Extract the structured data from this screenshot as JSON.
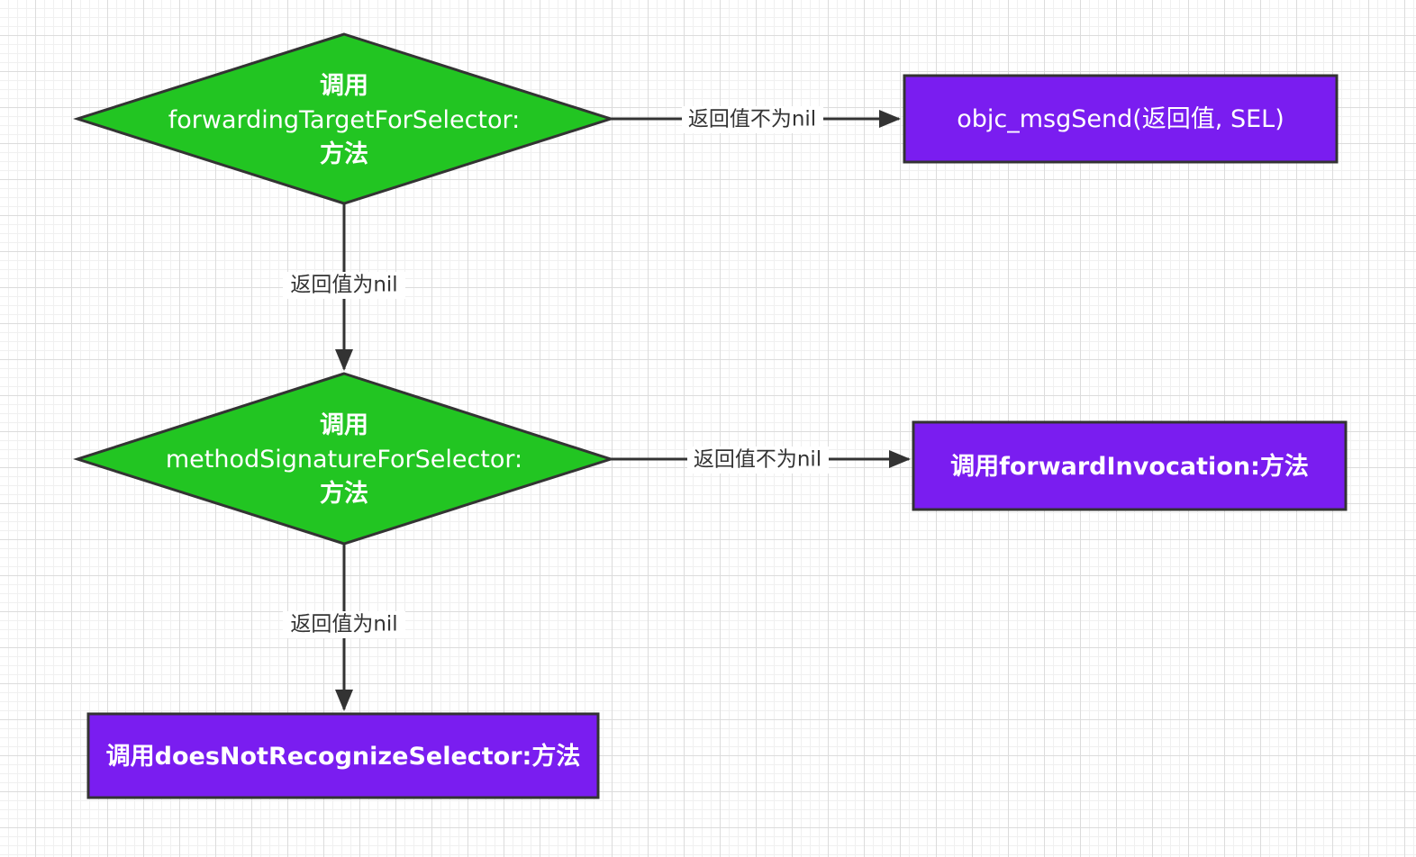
{
  "colors": {
    "decision_fill": "#22c522",
    "process_fill": "#7a1df0",
    "stroke": "#333333",
    "text": "#ffffff",
    "label_text": "#333333"
  },
  "nodes": {
    "decision1": {
      "line1": "调用",
      "line2": "forwardingTargetForSelector:",
      "line3": "方法"
    },
    "decision2": {
      "line1": "调用",
      "line2": "methodSignatureForSelector:",
      "line3": "方法"
    },
    "process_msgsend": {
      "label": "objc_msgSend(返回值, SEL)"
    },
    "process_forward_invocation": {
      "label": "调用forwardInvocation:方法"
    },
    "process_does_not_recognize": {
      "label": "调用doesNotRecognizeSelector:方法"
    }
  },
  "edges": {
    "d1_to_msgsend": {
      "label": "返回值不为nil"
    },
    "d1_to_d2": {
      "label": "返回值为nil"
    },
    "d2_to_forward": {
      "label": "返回值不为nil"
    },
    "d2_to_dnr": {
      "label": "返回值为nil"
    }
  }
}
